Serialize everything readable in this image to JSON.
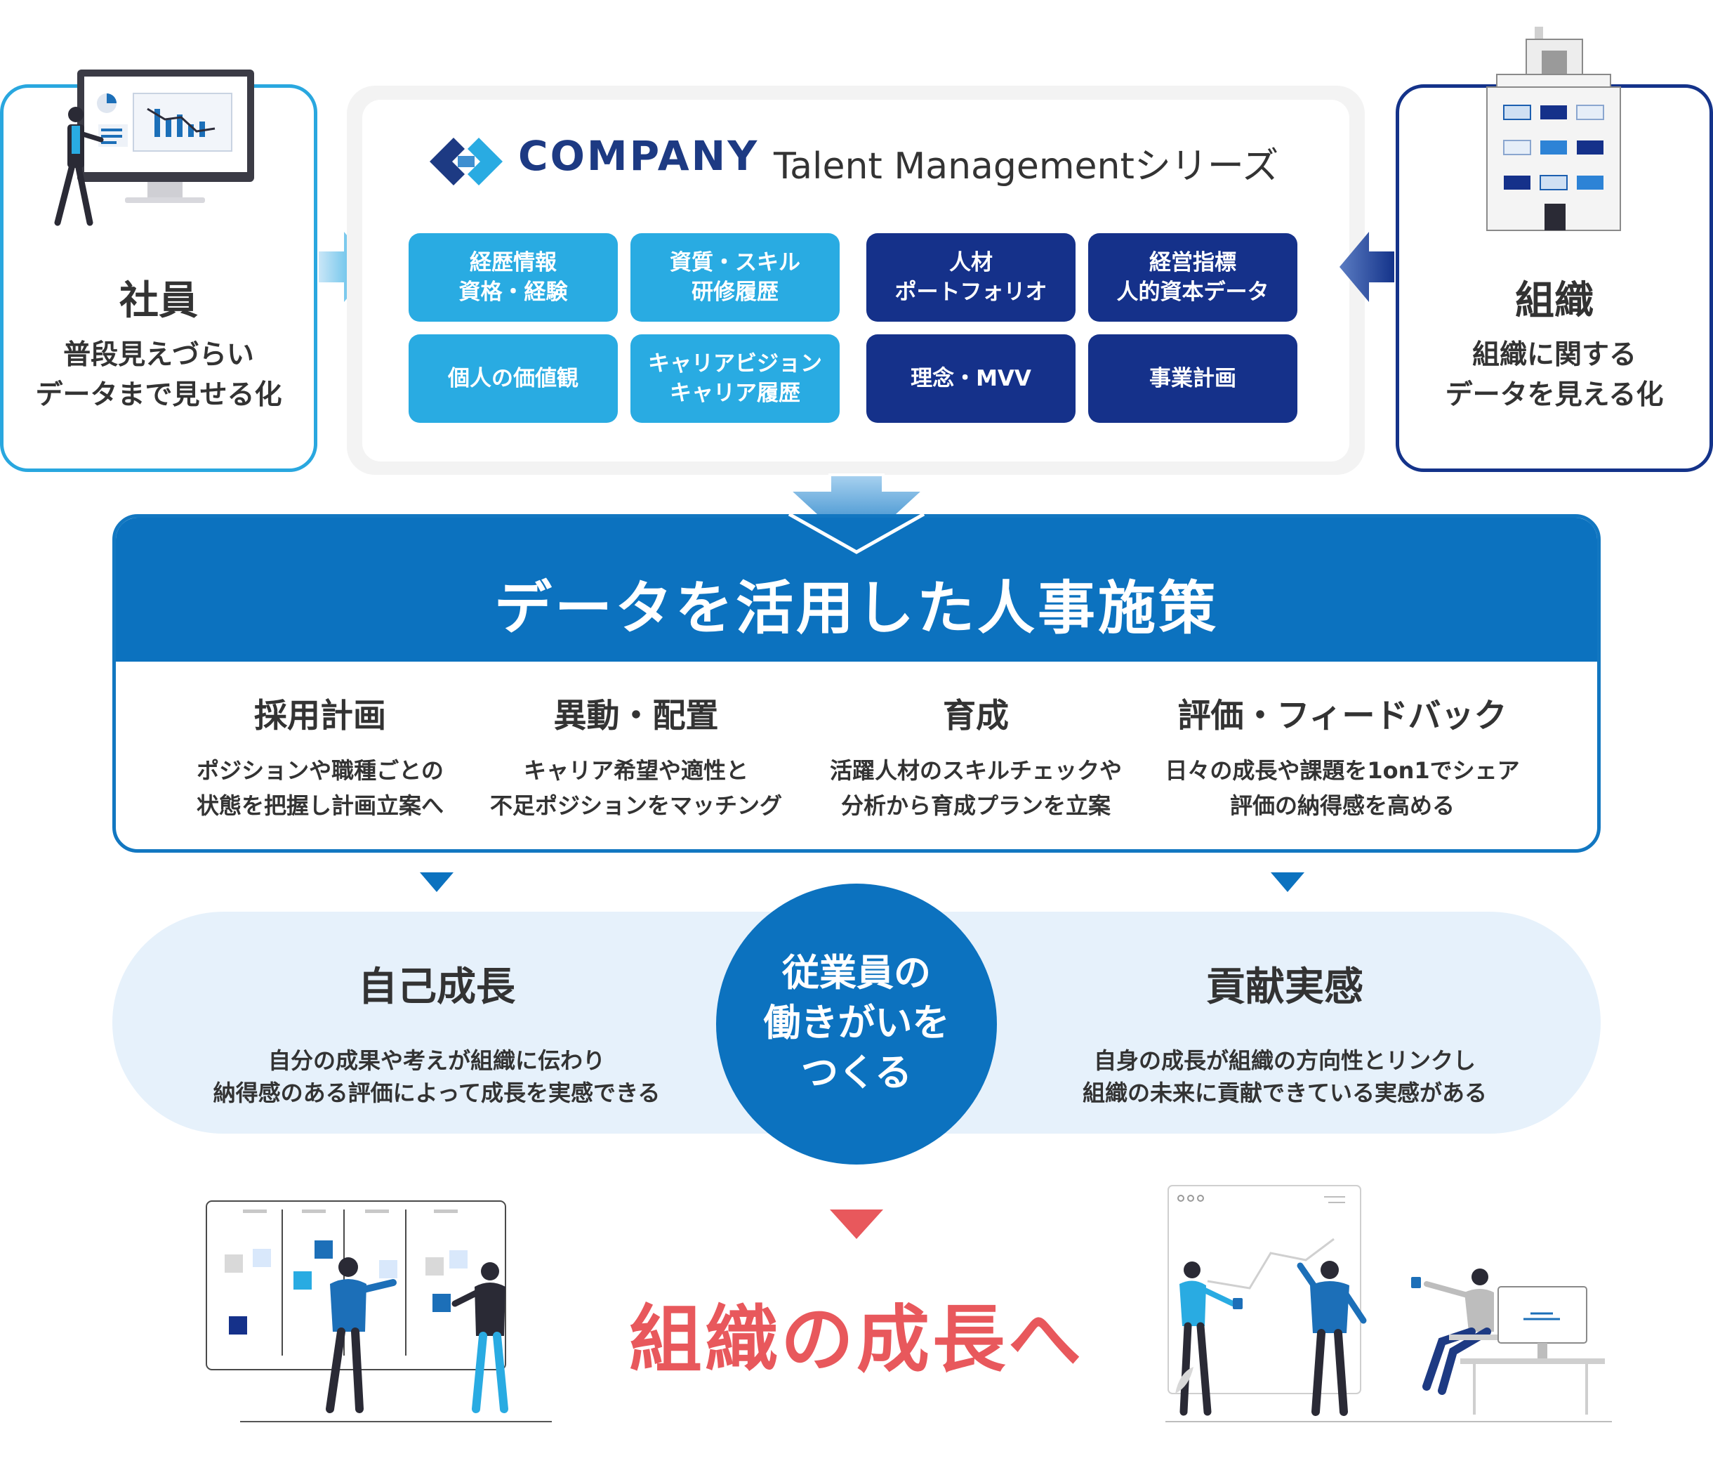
{
  "employee": {
    "title": "社員",
    "subtitle_lines": [
      "普段見えづらい",
      "データまで見せる化"
    ]
  },
  "organization": {
    "title": "組織",
    "subtitle_lines": [
      "組織に関する",
      "データを見える化"
    ]
  },
  "brand": {
    "name": "COMPANY",
    "series": "Talent Managementシリーズ"
  },
  "employee_tiles": [
    {
      "label": "経歴情報\n資格・経験"
    },
    {
      "label": "資質・スキル\n研修履歴"
    },
    {
      "label": "個人の価値観"
    },
    {
      "label": "キャリアビジョン\nキャリア履歴"
    }
  ],
  "org_tiles": [
    {
      "label": "人材\nポートフォリオ"
    },
    {
      "label": "経営指標\n人的資本データ"
    },
    {
      "label": "理念・MVV"
    },
    {
      "label": "事業計画"
    }
  ],
  "policy": {
    "title": "データを活用した人事施策",
    "items": [
      {
        "title": "採用計画",
        "desc": "ポジションや職種ごとの\n状態を把握し計画立案へ"
      },
      {
        "title": "異動・配置",
        "desc": "キャリア希望や適性と\n不足ポジションをマッチング"
      },
      {
        "title": "育成",
        "desc": "活躍人材のスキルチェックや\n分析から育成プランを立案"
      },
      {
        "title": "評価・フィードバック",
        "desc": "日々の成長や課題を1on1でシェア\n評価の納得感を高める"
      }
    ]
  },
  "outcomes": {
    "left": {
      "title": "自己成長",
      "desc": "自分の成果や考えが組織に伝わり\n納得感のある評価によって成長を実感できる"
    },
    "center": "従業員の\n働きがいを\nつくる",
    "right": {
      "title": "貢献実感",
      "desc": "自身の成長が組織の方向性とリンクし\n組織の未来に貢献できている実感がある"
    }
  },
  "final": "組織の成長へ",
  "colors": {
    "light_blue": "#29abe2",
    "navy": "#15318a",
    "primary_blue": "#0c72bf",
    "pale_blue": "#e6f1fb",
    "accent_red": "#e8585c"
  }
}
